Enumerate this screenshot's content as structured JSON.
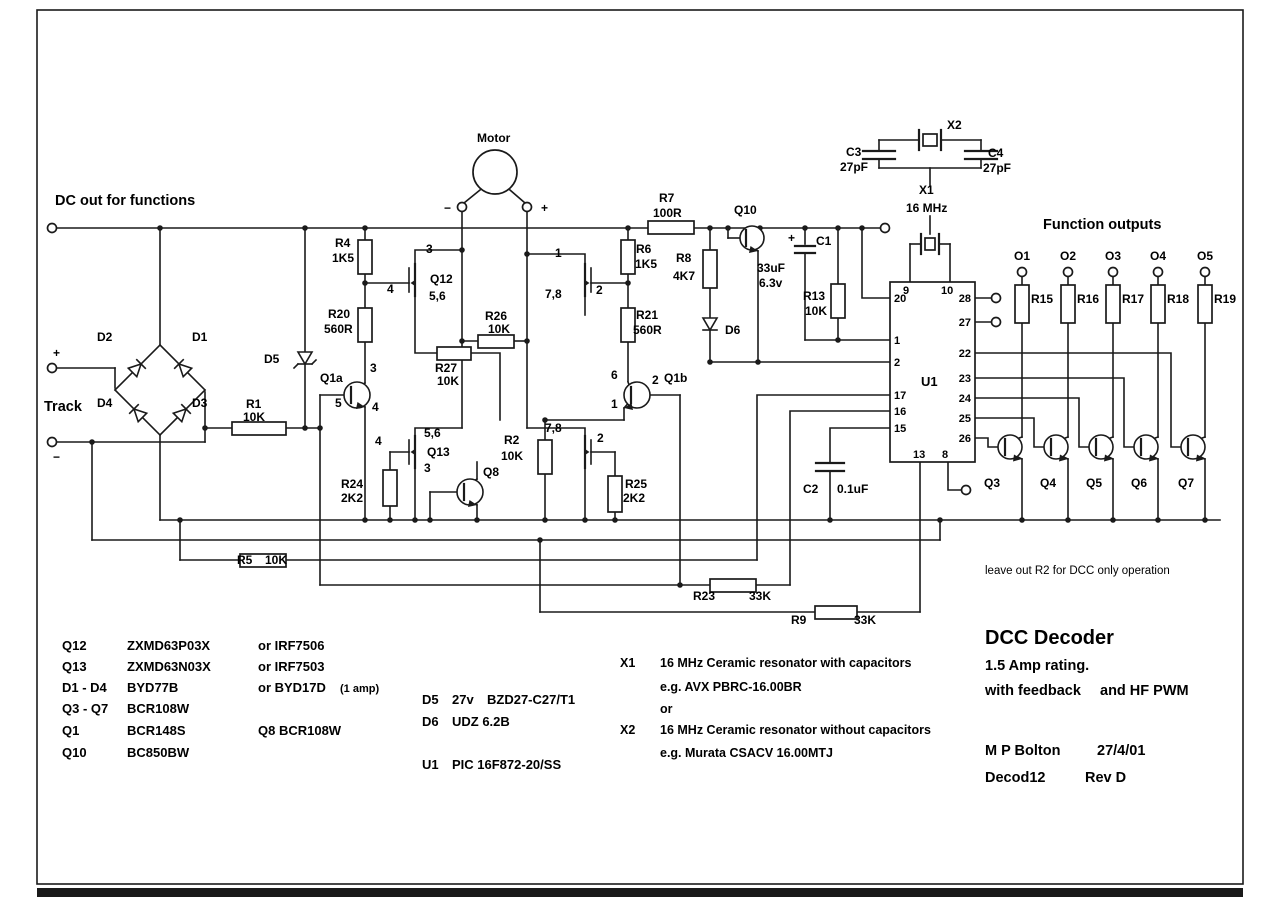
{
  "labels": {
    "dc_out": "DC out for functions",
    "track": "Track",
    "function_outputs": "Function outputs",
    "note": "leave out R2 for DCC only operation"
  },
  "motor": {
    "name": "Motor",
    "minus": "−",
    "plus": "+"
  },
  "track_pol": {
    "plus": "+",
    "minus": "−"
  },
  "osc": {
    "x2": "X2",
    "c3_ref": "C3",
    "c3_val": "27pF",
    "c4_ref": "C4",
    "c4_val": "27pF",
    "x1": "X1",
    "x1_freq": "16 MHz"
  },
  "resistors": {
    "r1": {
      "ref": "R1",
      "val": "10K"
    },
    "r2": {
      "ref": "R2",
      "val": "10K"
    },
    "r4": {
      "ref": "R4",
      "val": "1K5"
    },
    "r5": {
      "ref": "R5",
      "val": "10K"
    },
    "r6": {
      "ref": "R6",
      "val": "1K5"
    },
    "r7": {
      "ref": "R7",
      "val": "100R"
    },
    "r8": {
      "ref": "R8",
      "val": "4K7"
    },
    "r9": {
      "ref": "R9",
      "val": "33K"
    },
    "r13": {
      "ref": "R13",
      "val": "10K"
    },
    "r20": {
      "ref": "R20",
      "val": "560R"
    },
    "r21": {
      "ref": "R21",
      "val": "560R"
    },
    "r23": {
      "ref": "R23",
      "val": "33K"
    },
    "r24": {
      "ref": "R24",
      "val": "2K2"
    },
    "r25": {
      "ref": "R25",
      "val": "2K2"
    },
    "r26": {
      "ref": "R26",
      "val": "10K"
    },
    "r27": {
      "ref": "R27",
      "val": "10K"
    }
  },
  "capacitors": {
    "c1": {
      "plus": "+",
      "ref": "C1",
      "val": "33uF",
      "volt": "6.3v"
    },
    "c2": {
      "ref": "C2",
      "val": "0.1uF"
    }
  },
  "diodes": {
    "d1": "D1",
    "d2": "D2",
    "d3": "D3",
    "d4": "D4",
    "d5": "D5",
    "d6": "D6"
  },
  "transistors": {
    "q1a": {
      "ref": "Q1a",
      "pt": "3",
      "pl": "5",
      "pb": "4"
    },
    "q1b": {
      "ref": "Q1b",
      "p6": "6",
      "p2": "2",
      "p1": "1"
    },
    "q8": {
      "ref": "Q8"
    },
    "q10": {
      "ref": "Q10"
    },
    "q12": {
      "ref": "Q12",
      "p3": "3",
      "p4": "4",
      "p56": "5,6"
    },
    "m2": {
      "p1": "1",
      "p78": "7,8",
      "p2": "2"
    },
    "q13": {
      "ref": "Q13",
      "p4": "4",
      "p56": "5,6",
      "p3": "3"
    },
    "m4": {
      "p78": "7,8",
      "p2": "2"
    }
  },
  "ic": {
    "ref": "U1",
    "pins": {
      "p9": "9",
      "p10": "10",
      "p20": "20",
      "p28": "28",
      "p27": "27",
      "p1": "1",
      "p22": "22",
      "p2": "2",
      "p23": "23",
      "p17": "17",
      "p24": "24",
      "p16": "16",
      "p25": "25",
      "p15": "15",
      "p26": "26",
      "p13": "13",
      "p8": "8"
    }
  },
  "outputs": {
    "labels": [
      "O1",
      "O2",
      "O3",
      "O4",
      "O5"
    ],
    "resistors": [
      "R15",
      "R16",
      "R17",
      "R18",
      "R19"
    ],
    "transistors": [
      "Q3",
      "Q4",
      "Q5",
      "Q6",
      "Q7"
    ]
  },
  "parts_list": {
    "rows": [
      {
        "ref": "Q12",
        "part": "ZXMD63P03X",
        "alt": "or  IRF7506",
        "alt2": ""
      },
      {
        "ref": "Q13",
        "part": "ZXMD63N03X",
        "alt": "or  IRF7503",
        "alt2": ""
      },
      {
        "ref": "D1 - D4",
        "part": "BYD77B",
        "alt": "or  BYD17D",
        "alt2": "(1 amp)"
      },
      {
        "ref": "Q3 - Q7",
        "part": "BCR108W",
        "alt": "",
        "alt2": ""
      },
      {
        "ref": "Q1",
        "part": "BCR148S",
        "alt": "Q8   BCR108W",
        "alt2": ""
      },
      {
        "ref": "Q10",
        "part": "BC850BW",
        "alt": "",
        "alt2": ""
      }
    ],
    "d5": {
      "ref": "D5",
      "val": "27v",
      "part": "BZD27-C27/T1"
    },
    "d6": {
      "ref": "D6",
      "part": "UDZ  6.2B"
    },
    "u1": {
      "ref": "U1",
      "part": "PIC 16F872-20/SS"
    }
  },
  "resonator_notes": {
    "x1_ref": "X1",
    "x1_desc": "16 MHz Ceramic resonator with capacitors",
    "x1_eg": "e.g.  AVX  PBRC-16.00BR",
    "or": "or",
    "x2_ref": "X2",
    "x2_desc": "16 MHz Ceramic resonator without capacitors",
    "x2_eg": "e.g.  Murata  CSACV 16.00MTJ"
  },
  "title_block": {
    "title": "DCC Decoder",
    "rating": "1.5 Amp rating.",
    "features_a": "with feedback",
    "features_b": "and HF PWM",
    "author": "M P Bolton",
    "date": "27/4/01",
    "doc": "Decod12",
    "rev": "Rev D"
  }
}
